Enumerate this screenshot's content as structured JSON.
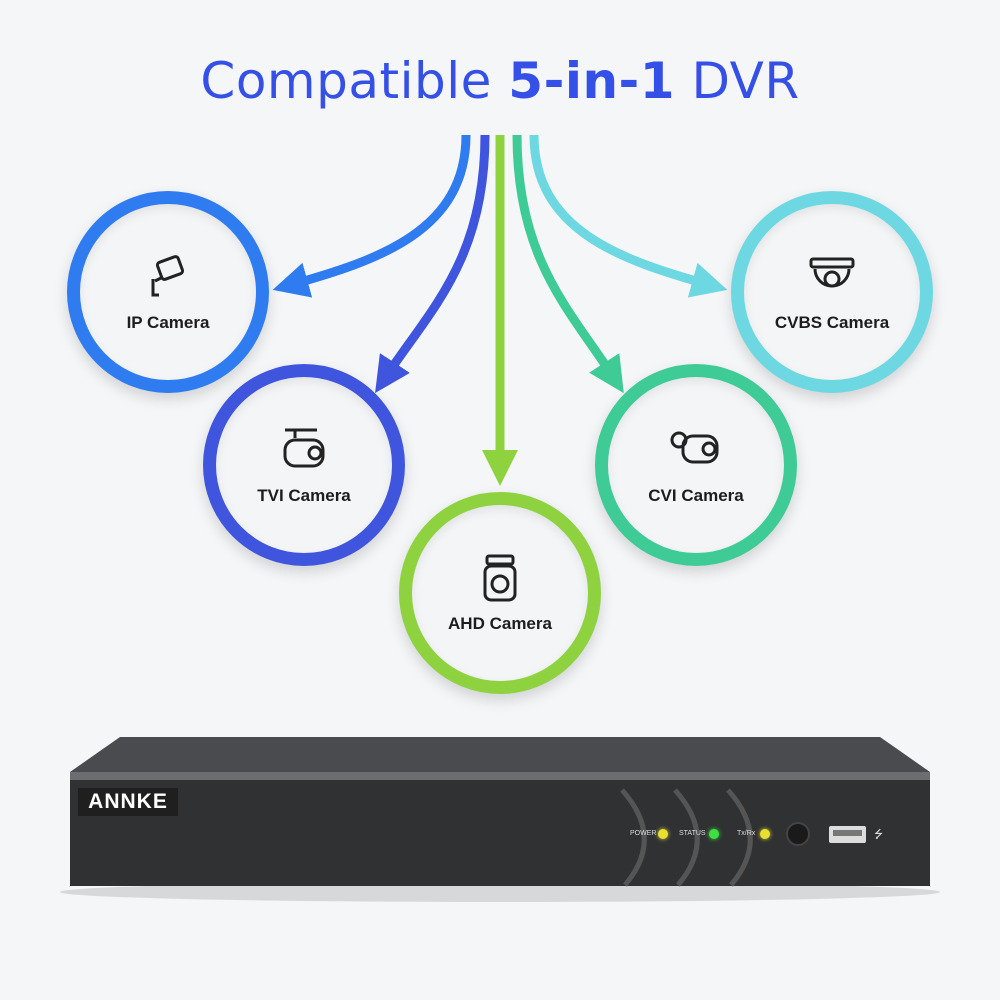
{
  "title": {
    "prefix": "Compatible ",
    "bold": "5-in-1",
    "suffix": " DVR"
  },
  "cameras": [
    {
      "label": "IP Camera",
      "icon": "ip-camera-icon",
      "color": "#2f7cf0"
    },
    {
      "label": "TVI Camera",
      "icon": "bullet-camera-icon",
      "color": "#3f55de"
    },
    {
      "label": "AHD Camera",
      "icon": "box-camera-icon",
      "color": "#8ed23f"
    },
    {
      "label": "CVI Camera",
      "icon": "bullet-camera-icon",
      "color": "#3ecb96"
    },
    {
      "label": "CVBS Camera",
      "icon": "dome-camera-icon",
      "color": "#6dd8e2"
    }
  ],
  "dvr": {
    "brand": "ANNKE",
    "indicators": [
      {
        "label": "POWER",
        "color": "#e8e030"
      },
      {
        "label": "STATUS",
        "color": "#3ee040"
      },
      {
        "label": "Tx/Rx",
        "color": "#e8e030"
      }
    ]
  }
}
